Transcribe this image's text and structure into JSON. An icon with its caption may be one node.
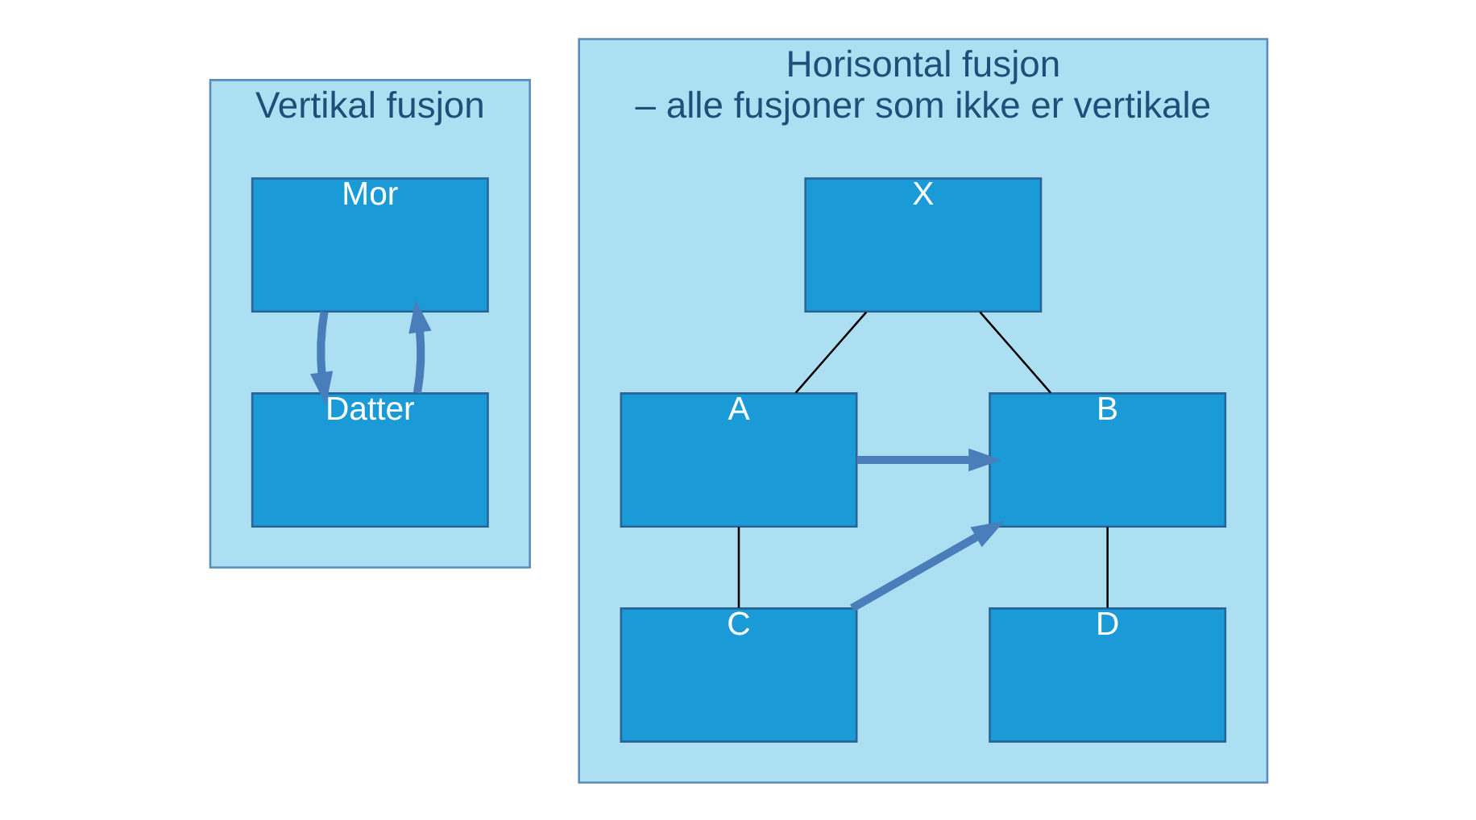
{
  "diagram": {
    "nodes": [
      {
        "text": [
          "Vertikal fusjon"
        ]
      },
      {
        "text": [
          "Mor"
        ],
        "in": 0
      },
      {
        "text": [
          "Datter"
        ],
        "in": 0
      },
      {
        "text": [
          "Horisontal fusjon",
          "– alle fusjoner som ikke er vertikale"
        ]
      },
      {
        "text": [
          "X"
        ],
        "in": 3
      },
      {
        "text": [
          "A"
        ],
        "in": 3
      },
      {
        "text": [
          "B"
        ],
        "in": 3
      },
      {
        "text": [
          "C"
        ],
        "in": 3
      },
      {
        "text": [
          "D"
        ],
        "in": 3
      }
    ],
    "edges": [
      {
        "from": 1,
        "to": 2,
        "arrow": "to",
        "style": "thick"
      },
      {
        "from": 2,
        "to": 1,
        "arrow": "to",
        "style": "thick"
      },
      {
        "from": 4,
        "to": 5,
        "arrow": "none",
        "color": "#000000"
      },
      {
        "from": 4,
        "to": 6,
        "arrow": "none",
        "color": "#000000"
      },
      {
        "from": 5,
        "to": 6,
        "arrow": "to",
        "style": "thick"
      },
      {
        "from": 5,
        "to": 7,
        "arrow": "none",
        "color": "#000000"
      },
      {
        "from": 7,
        "to": 6,
        "arrow": "to",
        "style": "thick"
      },
      {
        "from": 6,
        "to": 8,
        "arrow": "none",
        "color": "#000000"
      }
    ]
  }
}
